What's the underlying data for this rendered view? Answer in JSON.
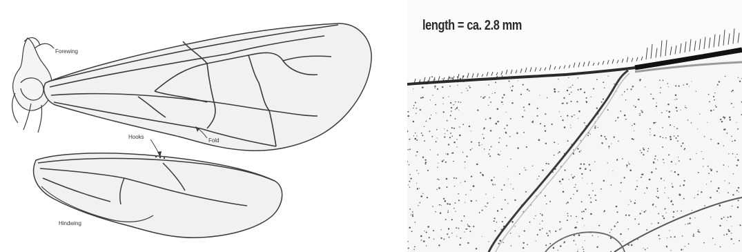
{
  "left": {
    "labels": {
      "forewing": "Forewing",
      "hooks": "Hooks",
      "fold": "Fold",
      "hindwing": "Hindwing"
    }
  },
  "right": {
    "caption": "length = ca. 2.8 mm"
  },
  "colors": {
    "background": "#ffffff",
    "wing_fill": "#f1f1f1",
    "vein": "#3a3a3a",
    "micrograph_bg": "#f4f4f4"
  }
}
